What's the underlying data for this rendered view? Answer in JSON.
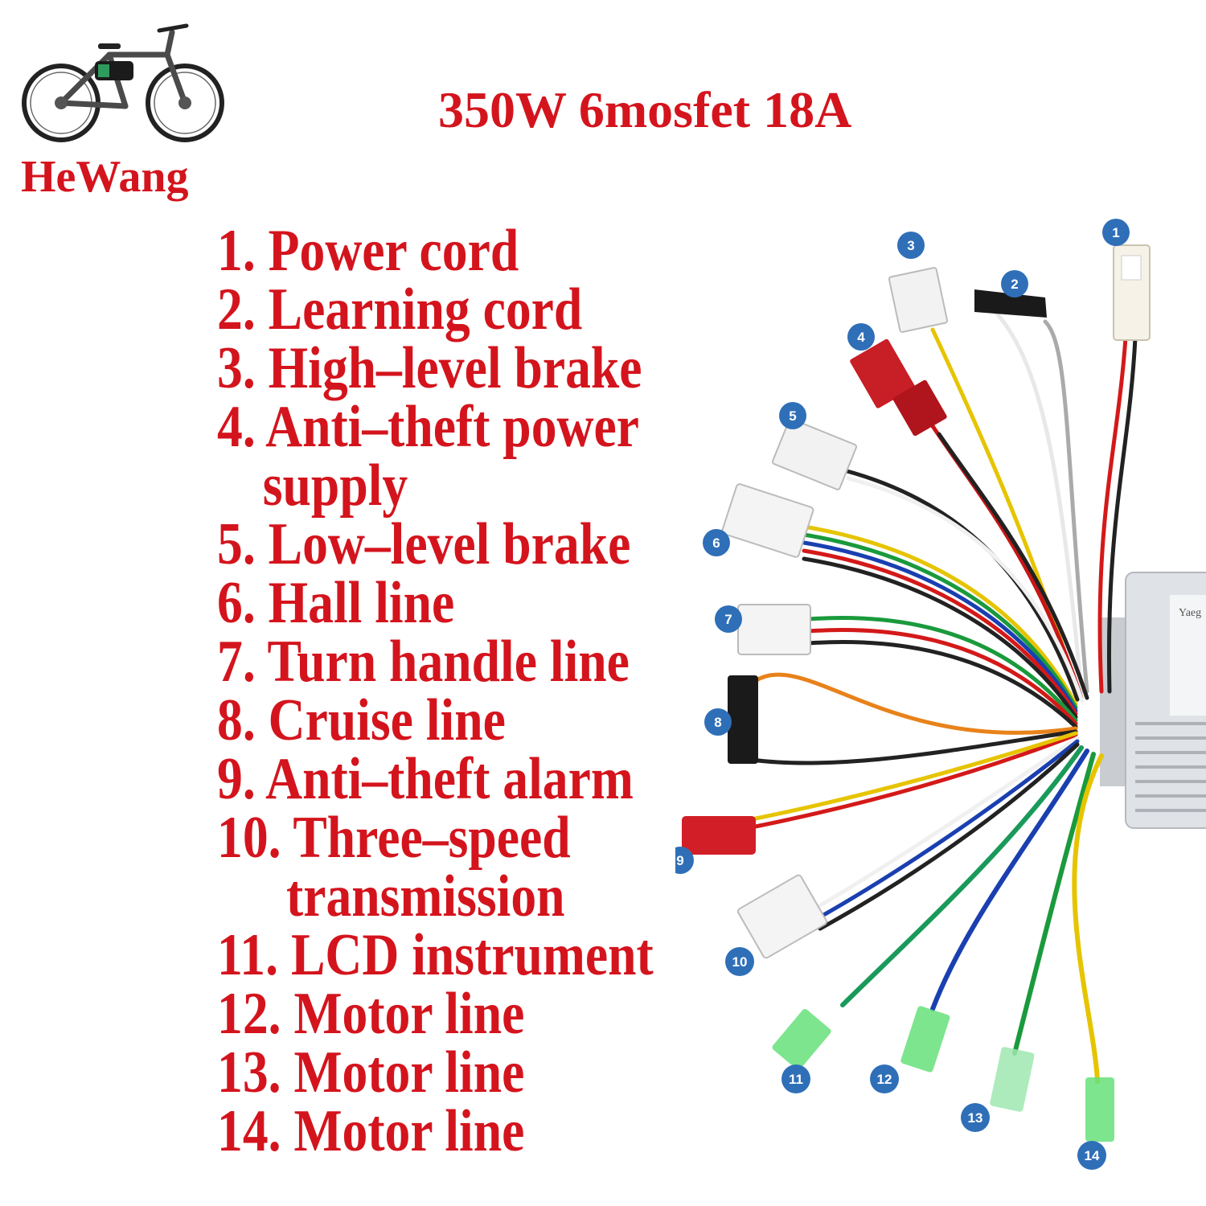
{
  "brand": {
    "name": "HeWang",
    "logo_icon": "e-bike-icon"
  },
  "title": "350W 6mosfet 18A",
  "accent_color": "#d4141d",
  "legend": [
    {
      "num": "1.",
      "text": "Power cord",
      "cont": ""
    },
    {
      "num": "2.",
      "text": "Learning cord",
      "cont": ""
    },
    {
      "num": "3.",
      "text": "High–level brake",
      "cont": ""
    },
    {
      "num": "4.",
      "text": "Anti–theft power",
      "cont": "supply"
    },
    {
      "num": "5.",
      "text": "Low–level brake",
      "cont": ""
    },
    {
      "num": "6.",
      "text": "Hall line",
      "cont": ""
    },
    {
      "num": "7.",
      "text": "Turn handle line",
      "cont": ""
    },
    {
      "num": "8.",
      "text": "Cruise line",
      "cont": ""
    },
    {
      "num": "9.",
      "text": "Anti–theft alarm",
      "cont": ""
    },
    {
      "num": "10.",
      "text": "Three–speed",
      "cont": "transmission"
    },
    {
      "num": "11.",
      "text": "LCD instrument",
      "cont": ""
    },
    {
      "num": "12.",
      "text": "Motor line",
      "cont": ""
    },
    {
      "num": "13.",
      "text": "Motor line",
      "cont": ""
    },
    {
      "num": "14.",
      "text": "Motor line",
      "cont": ""
    }
  ],
  "controller": {
    "label": "Yaeg"
  },
  "badges": [
    "1",
    "2",
    "3",
    "4",
    "5",
    "6",
    "7",
    "8",
    "9",
    "10",
    "11",
    "12",
    "13",
    "14"
  ]
}
